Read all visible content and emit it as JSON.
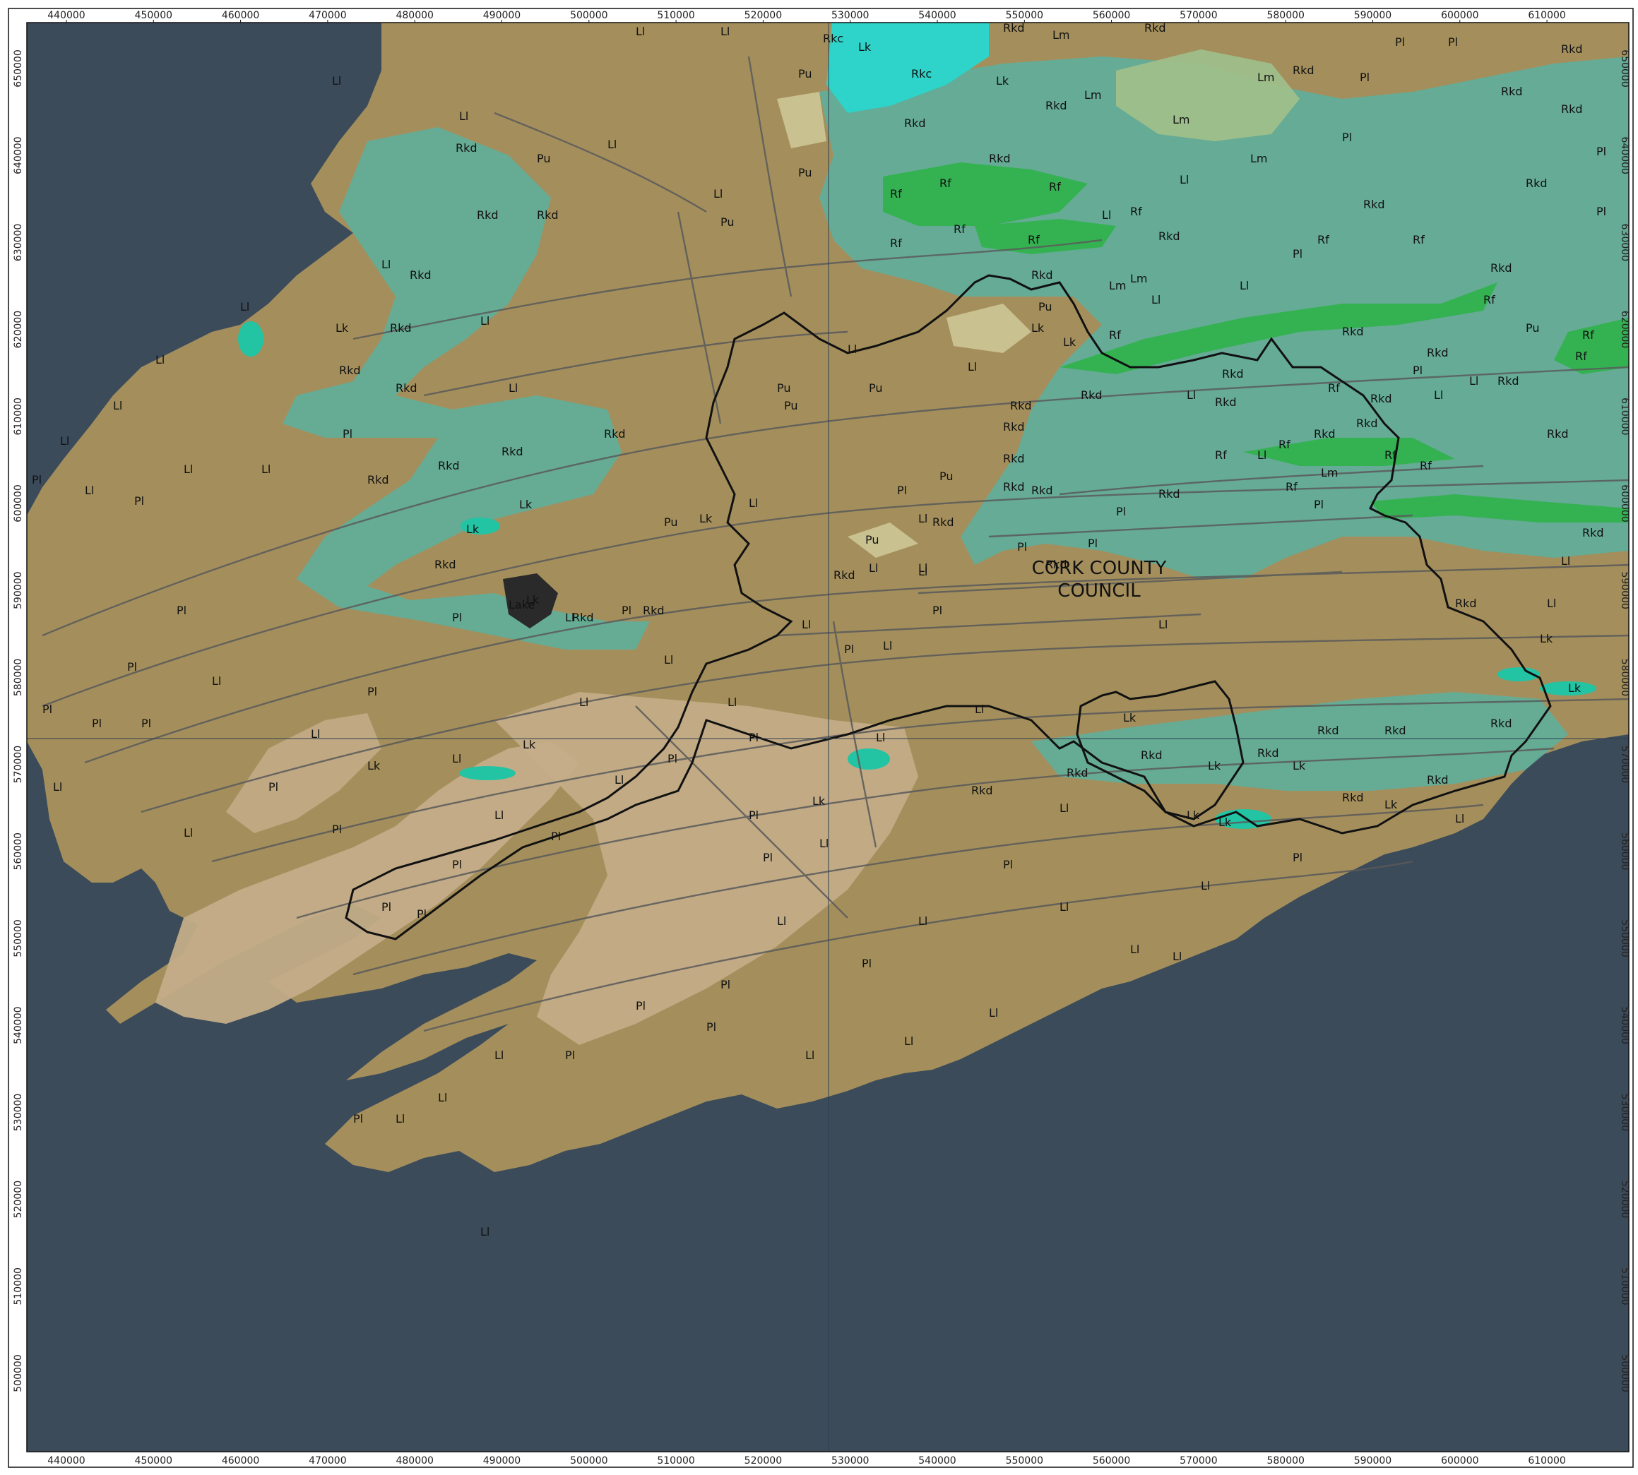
{
  "map": {
    "council_label_line1": "CORK COUNTY",
    "council_label_line2": "COUNCIL",
    "x_ticks": [
      "440000",
      "450000",
      "460000",
      "470000",
      "480000",
      "490000",
      "500000",
      "510000",
      "520000",
      "530000",
      "540000",
      "550000",
      "560000",
      "570000",
      "580000",
      "590000",
      "600000",
      "610000"
    ],
    "y_ticks": [
      "650000",
      "640000",
      "630000",
      "620000",
      "610000",
      "600000",
      "590000",
      "580000",
      "570000",
      "560000",
      "550000",
      "540000",
      "530000",
      "520000",
      "510000",
      "500000"
    ],
    "colors": {
      "sea": "#3c4b5a",
      "ll": "#a48f5c",
      "pl": "#c4ad88",
      "rkd": "#5fae9a",
      "rf": "#2fb34a",
      "lk": "#22c4a4",
      "lm": "#9fbf8a",
      "rkc": "#2ed3c9",
      "pu": "#c9c190",
      "lake": "#2a2a2a",
      "outline": "#111111"
    },
    "labels": [
      {
        "text": "Ll",
        "kind": "ll"
      },
      {
        "text": "Pl",
        "kind": "pl"
      },
      {
        "text": "Rkd",
        "kind": "rkd"
      },
      {
        "text": "Rf",
        "kind": "rf"
      },
      {
        "text": "Lk",
        "kind": "lk"
      },
      {
        "text": "Lm",
        "kind": "lm"
      },
      {
        "text": "Rkc",
        "kind": "rkc"
      },
      {
        "text": "Pu",
        "kind": "pu"
      },
      {
        "text": "Lake",
        "kind": "lake"
      }
    ]
  }
}
